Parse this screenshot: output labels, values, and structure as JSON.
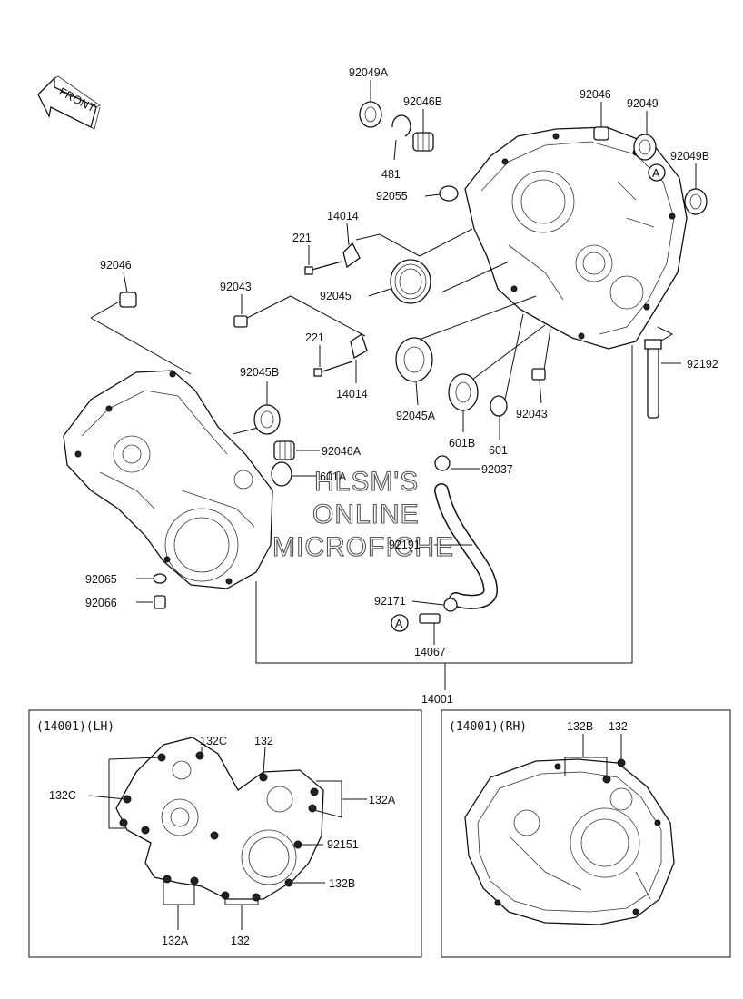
{
  "front_label": "FRONT",
  "labels": {
    "p92049A": "92049A",
    "p92046B": "92046B",
    "p481": "481",
    "p92055": "92055",
    "p92046_top": "92046",
    "p92049": "92049",
    "p92049B": "92049B",
    "p14014_top": "14014",
    "p221_top": "221",
    "p92046_left": "92046",
    "p92043_left": "92043",
    "p92045": "92045",
    "p221_mid": "221",
    "p14014_mid": "14014",
    "p92045B": "92045B",
    "p92045A": "92045A",
    "p601B": "601B",
    "p601": "601",
    "p92043_right": "92043",
    "p92192": "92192",
    "p92046A": "92046A",
    "p601A": "601A",
    "p92037": "92037",
    "p92191": "92191",
    "p92065": "92065",
    "p92066": "92066",
    "p92171": "92171",
    "p14067": "14067",
    "p14001": "14001",
    "ref_A": "A"
  },
  "watermark": [
    "HLSM'S",
    "ONLINE",
    "MICROFICHE"
  ],
  "lh_box": {
    "title": "(14001)(LH)",
    "labels": {
      "c132C_top": "132C",
      "c132_top": "132",
      "c132C_left": "132C",
      "c132A_right": "132A",
      "c92151": "92151",
      "c132B": "132B",
      "c132A_bottom": "132A",
      "c132_bottom": "132"
    }
  },
  "rh_box": {
    "title": "(14001)(RH)",
    "labels": {
      "c132B": "132B",
      "c132": "132"
    }
  }
}
